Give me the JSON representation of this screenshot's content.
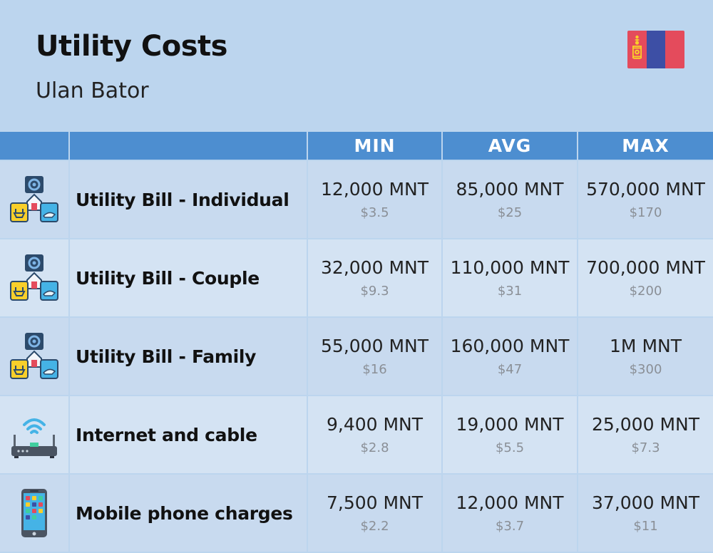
{
  "header": {
    "title": "Utility Costs",
    "city": "Ulan Bator",
    "flag_icon": "mongolia-flag-icon"
  },
  "columns": [
    "MIN",
    "AVG",
    "MAX"
  ],
  "rows": [
    {
      "label": "Utility Bill - Individual",
      "icon": "utility-bill-icon",
      "min": {
        "local": "12,000 MNT",
        "usd": "$3.5"
      },
      "avg": {
        "local": "85,000 MNT",
        "usd": "$25"
      },
      "max": {
        "local": "570,000 MNT",
        "usd": "$170"
      }
    },
    {
      "label": "Utility Bill - Couple",
      "icon": "utility-bill-icon",
      "min": {
        "local": "32,000 MNT",
        "usd": "$9.3"
      },
      "avg": {
        "local": "110,000 MNT",
        "usd": "$31"
      },
      "max": {
        "local": "700,000 MNT",
        "usd": "$200"
      }
    },
    {
      "label": "Utility Bill - Family",
      "icon": "utility-bill-icon",
      "min": {
        "local": "55,000 MNT",
        "usd": "$16"
      },
      "avg": {
        "local": "160,000 MNT",
        "usd": "$47"
      },
      "max": {
        "local": "1M MNT",
        "usd": "$300"
      }
    },
    {
      "label": "Internet and cable",
      "icon": "wifi-router-icon",
      "min": {
        "local": "9,400 MNT",
        "usd": "$2.8"
      },
      "avg": {
        "local": "19,000 MNT",
        "usd": "$5.5"
      },
      "max": {
        "local": "25,000 MNT",
        "usd": "$7.3"
      }
    },
    {
      "label": "Mobile phone charges",
      "icon": "mobile-phone-icon",
      "min": {
        "local": "7,500 MNT",
        "usd": "$2.2"
      },
      "avg": {
        "local": "12,000 MNT",
        "usd": "$3.7"
      },
      "max": {
        "local": "37,000 MNT",
        "usd": "$11"
      }
    }
  ],
  "colors": {
    "background": "#bcd5ee",
    "header": "#4d8ed0",
    "row_odd": "#c8daef",
    "row_even": "#d4e3f3",
    "usd_text": "#8a8f96"
  }
}
